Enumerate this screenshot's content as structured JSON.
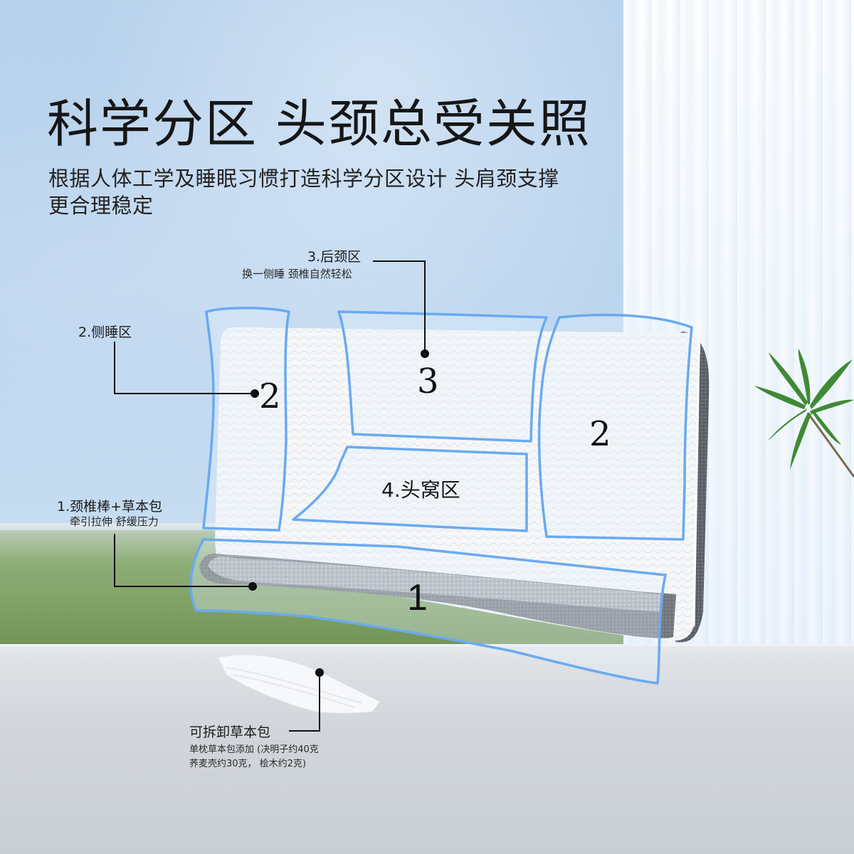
{
  "headline": {
    "title": "科学分区 头颈总受关照",
    "subtitle": "根据人体工学及睡眠习惯打造科学分区设计 头肩颈支撑更合理稳定"
  },
  "callouts": {
    "zone3": {
      "title": "3.后颈区",
      "subtitle": "换一侧睡 颈椎自然轻松",
      "marker": "3"
    },
    "zone2": {
      "title": "2.侧睡区",
      "marker_left": "2",
      "marker_right": "2"
    },
    "zone4": {
      "title": "4.头窝区"
    },
    "zone1": {
      "title": "1.颈椎棒+草本包",
      "subtitle": "牵引拉伸 舒缓压力",
      "marker": "1"
    },
    "herbal": {
      "title": "可拆卸草本包",
      "detail_line1": "单枕草本包添加 (决明子约40克",
      "detail_line2": "荞麦壳约30克， 桧木约2克)"
    }
  },
  "colors": {
    "zone_outline": "#6aaaf0",
    "sky": "#b7d2ec",
    "pillow_top": "#f7f8fa",
    "pillow_side": "#5d6168",
    "text": "#161616"
  }
}
